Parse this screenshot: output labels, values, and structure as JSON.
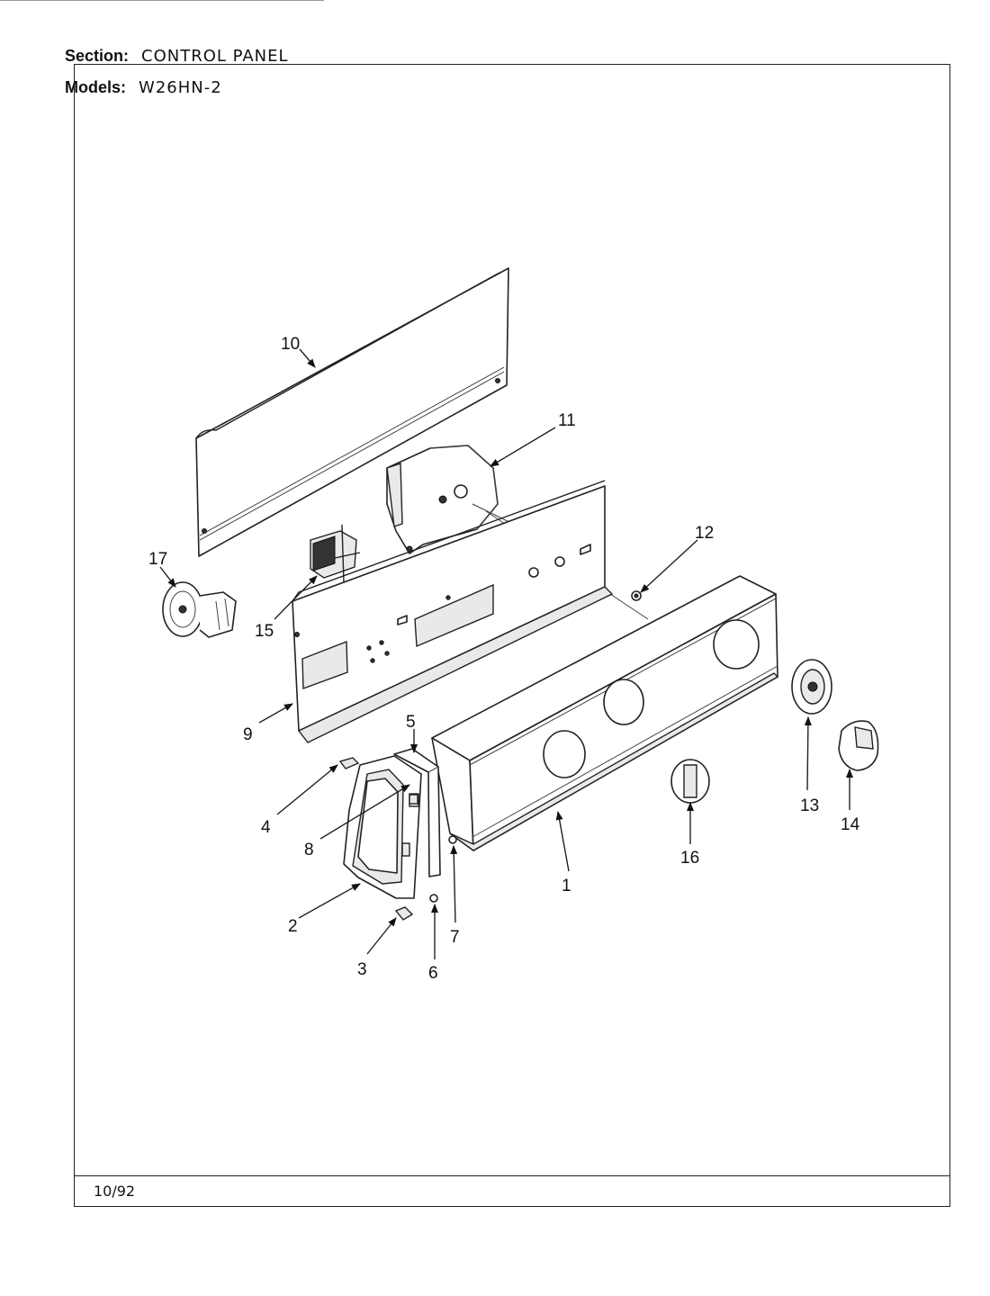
{
  "header": {
    "section_label": "Section:",
    "section_value": "CONTROL PANEL",
    "models_label": "Models:",
    "models_value": "W26HN-2"
  },
  "footer": {
    "date": "10/92"
  },
  "callouts": [
    "1",
    "2",
    "3",
    "4",
    "5",
    "6",
    "7",
    "8",
    "9",
    "10",
    "11",
    "12",
    "13",
    "14",
    "15",
    "16",
    "17"
  ]
}
